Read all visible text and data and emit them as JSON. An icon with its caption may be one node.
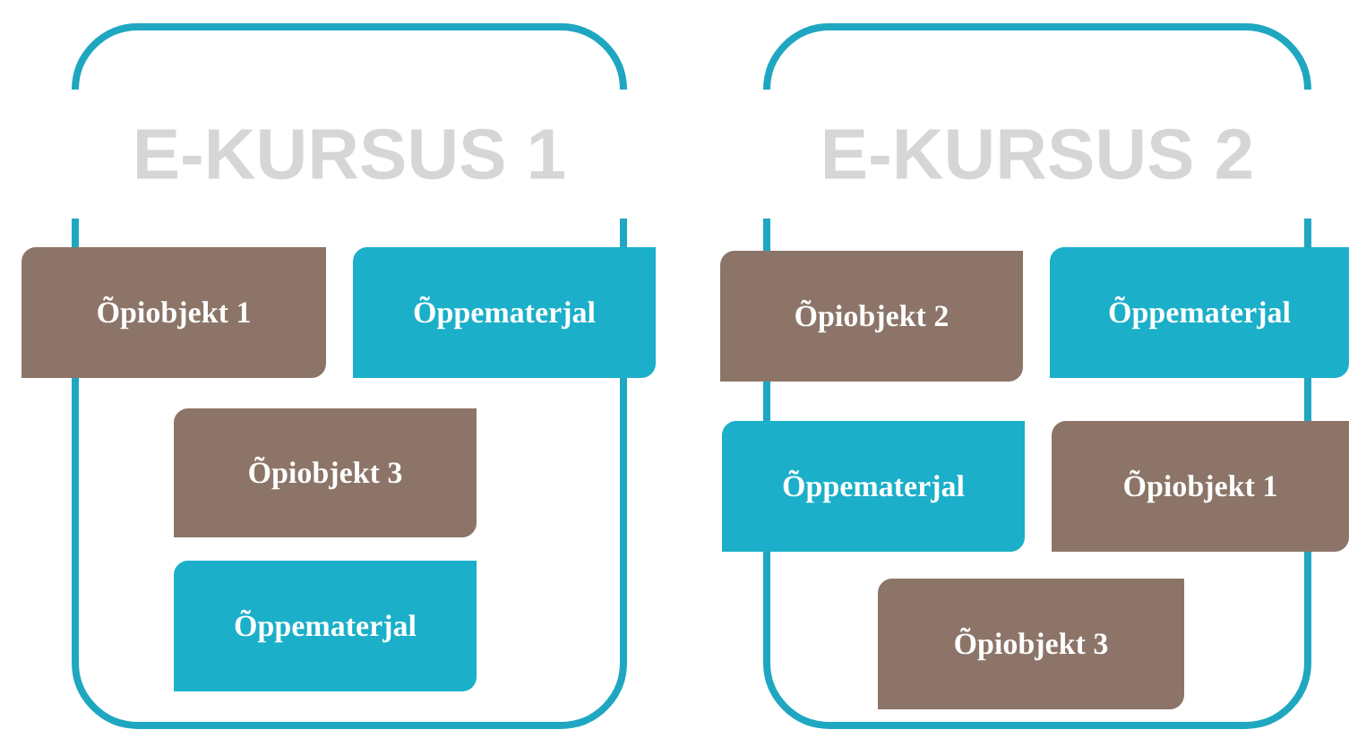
{
  "diagram": {
    "nodes": [
      {
        "text": [
          "E-KURSUS 1"
        ]
      },
      {
        "text": [
          "Õpiobjekt 1"
        ]
      },
      {
        "text": [
          "Õppematerjal"
        ]
      },
      {
        "text": [
          "Õpiobjekt 3"
        ],
        "in": 0
      },
      {
        "text": [
          "Õppematerjal"
        ],
        "in": 0
      },
      {
        "text": [
          "E-KURSUS 2"
        ]
      },
      {
        "text": [
          "Õpiobjekt 2"
        ]
      },
      {
        "text": [
          "Õppematerjal"
        ]
      },
      {
        "text": [
          "Õppematerjal"
        ]
      },
      {
        "text": [
          "Õpiobjekt 1"
        ]
      },
      {
        "text": [
          "Õpiobjekt 3"
        ],
        "in": 5
      }
    ]
  }
}
